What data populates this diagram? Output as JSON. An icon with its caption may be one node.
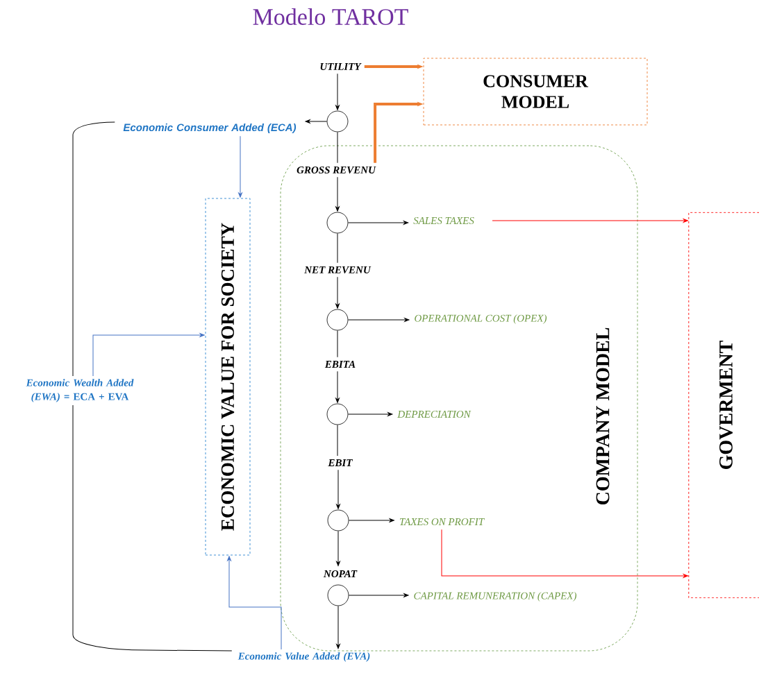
{
  "diagram": {
    "title": "Modelo TAROT",
    "nodes": [
      {
        "text": [
          "CONSUMER MODEL"
        ]
      },
      {
        "text": [
          "COMPANY MODEL"
        ]
      },
      {
        "text": [
          "GOVERMENT"
        ]
      },
      {
        "text": [
          "ECONOMIC VALUE FOR SOCIETY"
        ]
      },
      {
        "text": [
          "UTILITY"
        ]
      },
      {
        "text": [],
        "shape": "circle"
      },
      {
        "text": [
          "Economic Consumer Added (ECA)"
        ]
      },
      {
        "text": [
          "GROSS REVENU"
        ],
        "in": 1
      },
      {
        "text": [],
        "shape": "circle",
        "in": 1
      },
      {
        "text": [
          "SALES TAXES"
        ],
        "in": 1
      },
      {
        "text": [
          "NET REVENU"
        ],
        "in": 1
      },
      {
        "text": [],
        "shape": "circle",
        "in": 1
      },
      {
        "text": [
          "OPERATIONAL COST (OPEX)"
        ],
        "in": 1
      },
      {
        "text": [
          "EBITA"
        ],
        "in": 1
      },
      {
        "text": [],
        "shape": "circle",
        "in": 1
      },
      {
        "text": [
          "DEPRECIATION"
        ],
        "in": 1
      },
      {
        "text": [
          "EBIT"
        ],
        "in": 1
      },
      {
        "text": [],
        "shape": "circle",
        "in": 1
      },
      {
        "text": [
          "TAXES ON PROFIT"
        ],
        "in": 1
      },
      {
        "text": [
          "NOPAT"
        ],
        "in": 1
      },
      {
        "text": [],
        "shape": "circle",
        "in": 1
      },
      {
        "text": [
          "CAPITAL REMUNERATION (CAPEX)"
        ],
        "in": 1
      },
      {
        "text": [
          "*Economic Wealth Added (EWA)* = ECA + EVA"
        ]
      },
      {
        "text": [
          "Economic Value Added (EVA)"
        ]
      }
    ],
    "edges": [
      {
        "from": 4,
        "to": 5,
        "arrow": "to"
      },
      {
        "from": 4,
        "to": 0,
        "arrow": "to",
        "style": "thick",
        "color": "#ed7d31"
      },
      {
        "from": 5,
        "to": 6,
        "arrow": "to"
      },
      {
        "from": 5,
        "to": 7,
        "arrow": "none"
      },
      {
        "from": 7,
        "to": 0,
        "arrow": "to",
        "style": "thick",
        "color": "#ed7d31"
      },
      {
        "from": 7,
        "to": 8,
        "arrow": "to"
      },
      {
        "from": 8,
        "to": 9,
        "arrow": "to"
      },
      {
        "from": 8,
        "to": 10,
        "arrow": "none"
      },
      {
        "from": 10,
        "to": 11,
        "arrow": "to"
      },
      {
        "from": 11,
        "to": 12,
        "arrow": "to"
      },
      {
        "from": 11,
        "to": 13,
        "arrow": "none"
      },
      {
        "from": 13,
        "to": 14,
        "arrow": "to"
      },
      {
        "from": 14,
        "to": 15,
        "arrow": "to"
      },
      {
        "from": 14,
        "to": 16,
        "arrow": "none"
      },
      {
        "from": 16,
        "to": 17,
        "arrow": "to"
      },
      {
        "from": 17,
        "to": 18,
        "arrow": "to"
      },
      {
        "from": 17,
        "to": 19,
        "arrow": "to"
      },
      {
        "from": 20,
        "to": 21,
        "arrow": "to"
      },
      {
        "from": 20,
        "to": 23,
        "arrow": "to"
      },
      {
        "from": 9,
        "to": 2,
        "arrow": "to",
        "color": "#ff0000"
      },
      {
        "from": 18,
        "to": 2,
        "arrow": "to",
        "color": "#ff0000"
      },
      {
        "from": 6,
        "to": 3,
        "arrow": "to",
        "color": "#4472c4"
      },
      {
        "from": 22,
        "to": 3,
        "arrow": "to",
        "color": "#4472c4"
      },
      {
        "from": 23,
        "to": 3,
        "arrow": "to",
        "color": "#4472c4"
      },
      {
        "from": 6,
        "to": 22,
        "arrow": "none"
      },
      {
        "from": 22,
        "to": 23,
        "arrow": "none"
      }
    ]
  }
}
